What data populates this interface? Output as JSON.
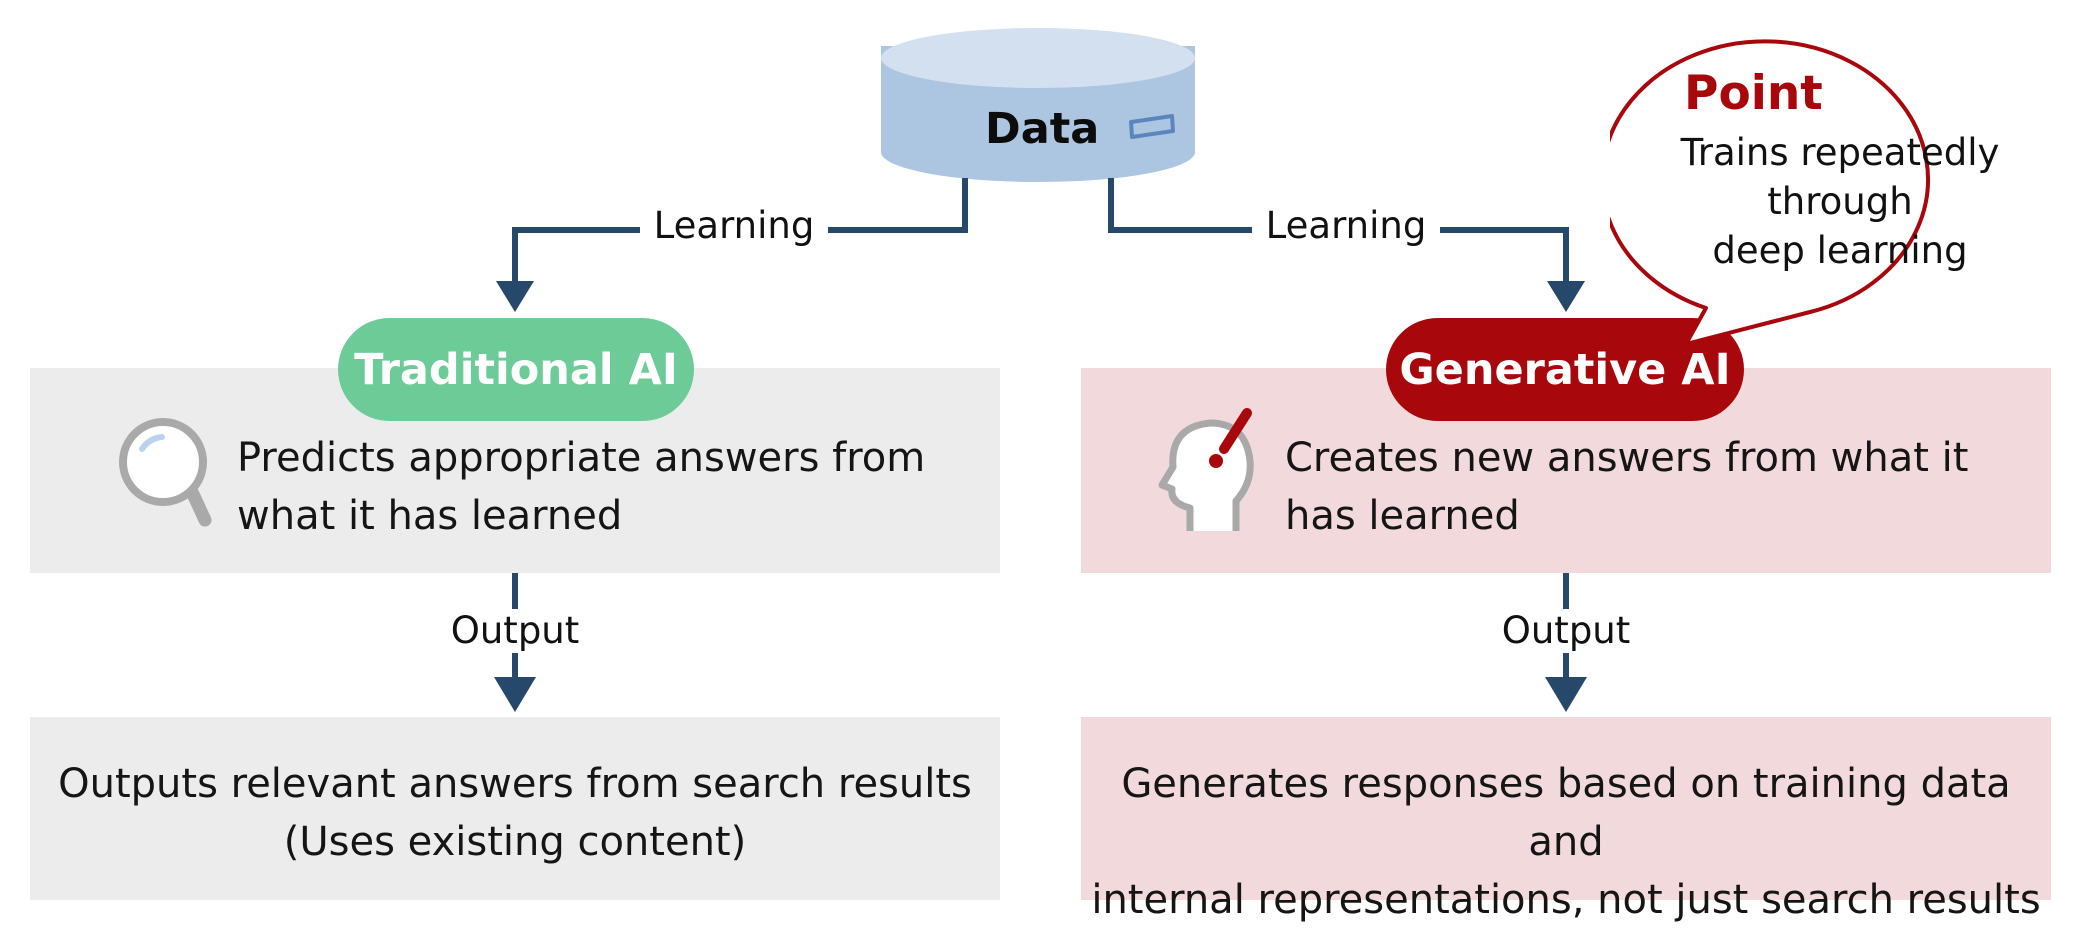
{
  "data_store": {
    "label": "Data"
  },
  "flows": {
    "left_learning": "Learning",
    "right_learning": "Learning",
    "left_output": "Output",
    "right_output": "Output"
  },
  "traditional_ai": {
    "title": "Traditional AI",
    "description": "Predicts appropriate answers from\nwhat it has learned",
    "output": "Outputs relevant answers from search results\n(Uses existing content)",
    "icon": "magnifying-glass-icon"
  },
  "generative_ai": {
    "title": "Generative AI",
    "description": "Creates new answers from what it\nhas learned",
    "output": "Generates responses based on training data and\ninternal representations, not just search results",
    "icon": "thinking-head-icon"
  },
  "point_callout": {
    "title": "Point",
    "body": "Trains repeatedly\nthrough\ndeep learning"
  },
  "colors": {
    "connector": "#26486a",
    "traditional_accent": "#6dcb98",
    "generative_accent": "#a8070c",
    "traditional_panel": "#ececec",
    "generative_panel": "#f2d9dc",
    "database_side": "#acc5e0",
    "database_top": "#d2e0f0"
  }
}
